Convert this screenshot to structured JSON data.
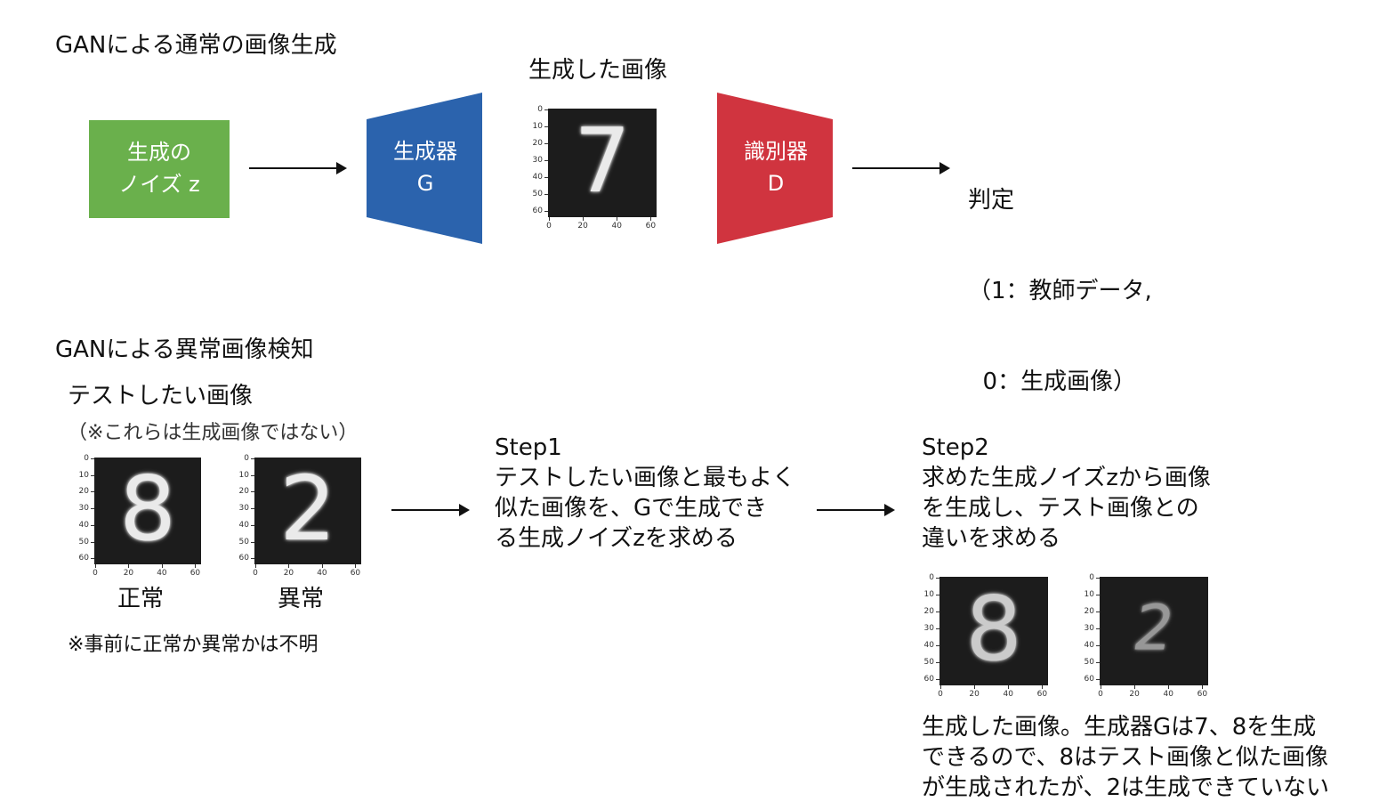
{
  "section1": {
    "title": "GANによる通常の画像生成",
    "noise_box": {
      "line1": "生成の",
      "line2": "ノイズ z",
      "color": "#6ab04c"
    },
    "generator": {
      "line1": "生成器",
      "line2": "G",
      "color": "#2b63ad"
    },
    "generated_caption": "生成した画像",
    "generated_digit": "7",
    "discriminator": {
      "line1": "識別器",
      "line2": "D",
      "color": "#d0343f"
    },
    "judgment": {
      "line1": "判定",
      "line2": "（1：教師データ,",
      "line3": "  0：生成画像）"
    }
  },
  "section2": {
    "title": "GANによる異常画像検知",
    "test_caption": "テストしたい画像",
    "test_note": "（※これらは生成画像ではない）",
    "normal_label": "正常",
    "abnormal_label": "異常",
    "normal_digit": "8",
    "abnormal_digit": "2",
    "unknown_note": "※事前に正常か異常かは不明",
    "step1": {
      "title": "Step1",
      "line1": "テストしたい画像と最もよく",
      "line2": "似た画像を、Gで生成でき",
      "line3": "る生成ノイズzを求める"
    },
    "step2": {
      "title": "Step2",
      "line1": "求めた生成ノイズzから画像",
      "line2": "を生成し、テスト画像との",
      "line3": "違いを求める"
    },
    "gen_digit_a": "8",
    "gen_digit_b": "2",
    "result": {
      "line1": "生成した画像。生成器Gは7、8を生成",
      "line2": "できるので、8はテスト画像と似た画像",
      "line3": "が生成されたが、2は生成できていない"
    }
  },
  "axis": {
    "y_ticks": [
      "0",
      "10",
      "20",
      "30",
      "40",
      "50",
      "60"
    ],
    "x_ticks": [
      "0",
      "20",
      "40",
      "60"
    ]
  }
}
